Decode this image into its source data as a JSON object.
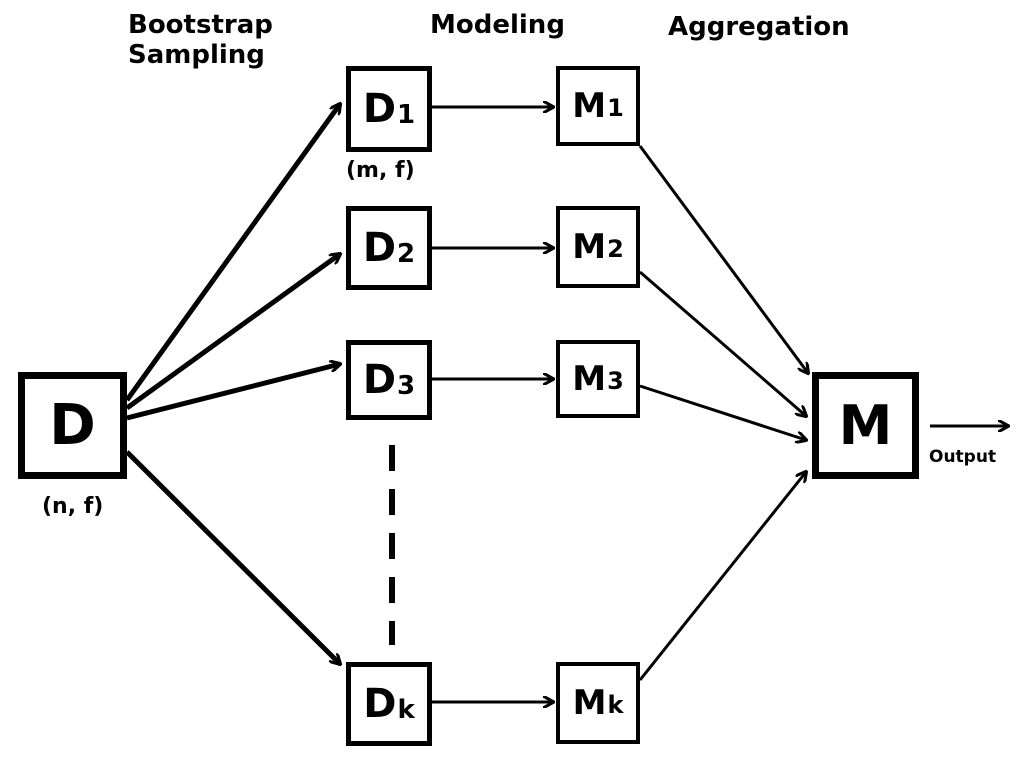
{
  "headers": {
    "bootstrap": "Bootstrap\nSampling",
    "modeling": "Modeling",
    "aggregation": "Aggregation"
  },
  "input": {
    "label": "D",
    "shape_note": "(n, f)"
  },
  "samples": [
    {
      "label": "D",
      "sub": "1"
    },
    {
      "label": "D",
      "sub": "2"
    },
    {
      "label": "D",
      "sub": "3"
    },
    {
      "label": "D",
      "sub": "k"
    }
  ],
  "sample_shape_note": "(m, f)",
  "models": [
    {
      "label": "M",
      "sub": "1"
    },
    {
      "label": "M",
      "sub": "2"
    },
    {
      "label": "M",
      "sub": "3"
    },
    {
      "label": "M",
      "sub": "k"
    }
  ],
  "aggregate": {
    "label": "M"
  },
  "output_label": "Output"
}
